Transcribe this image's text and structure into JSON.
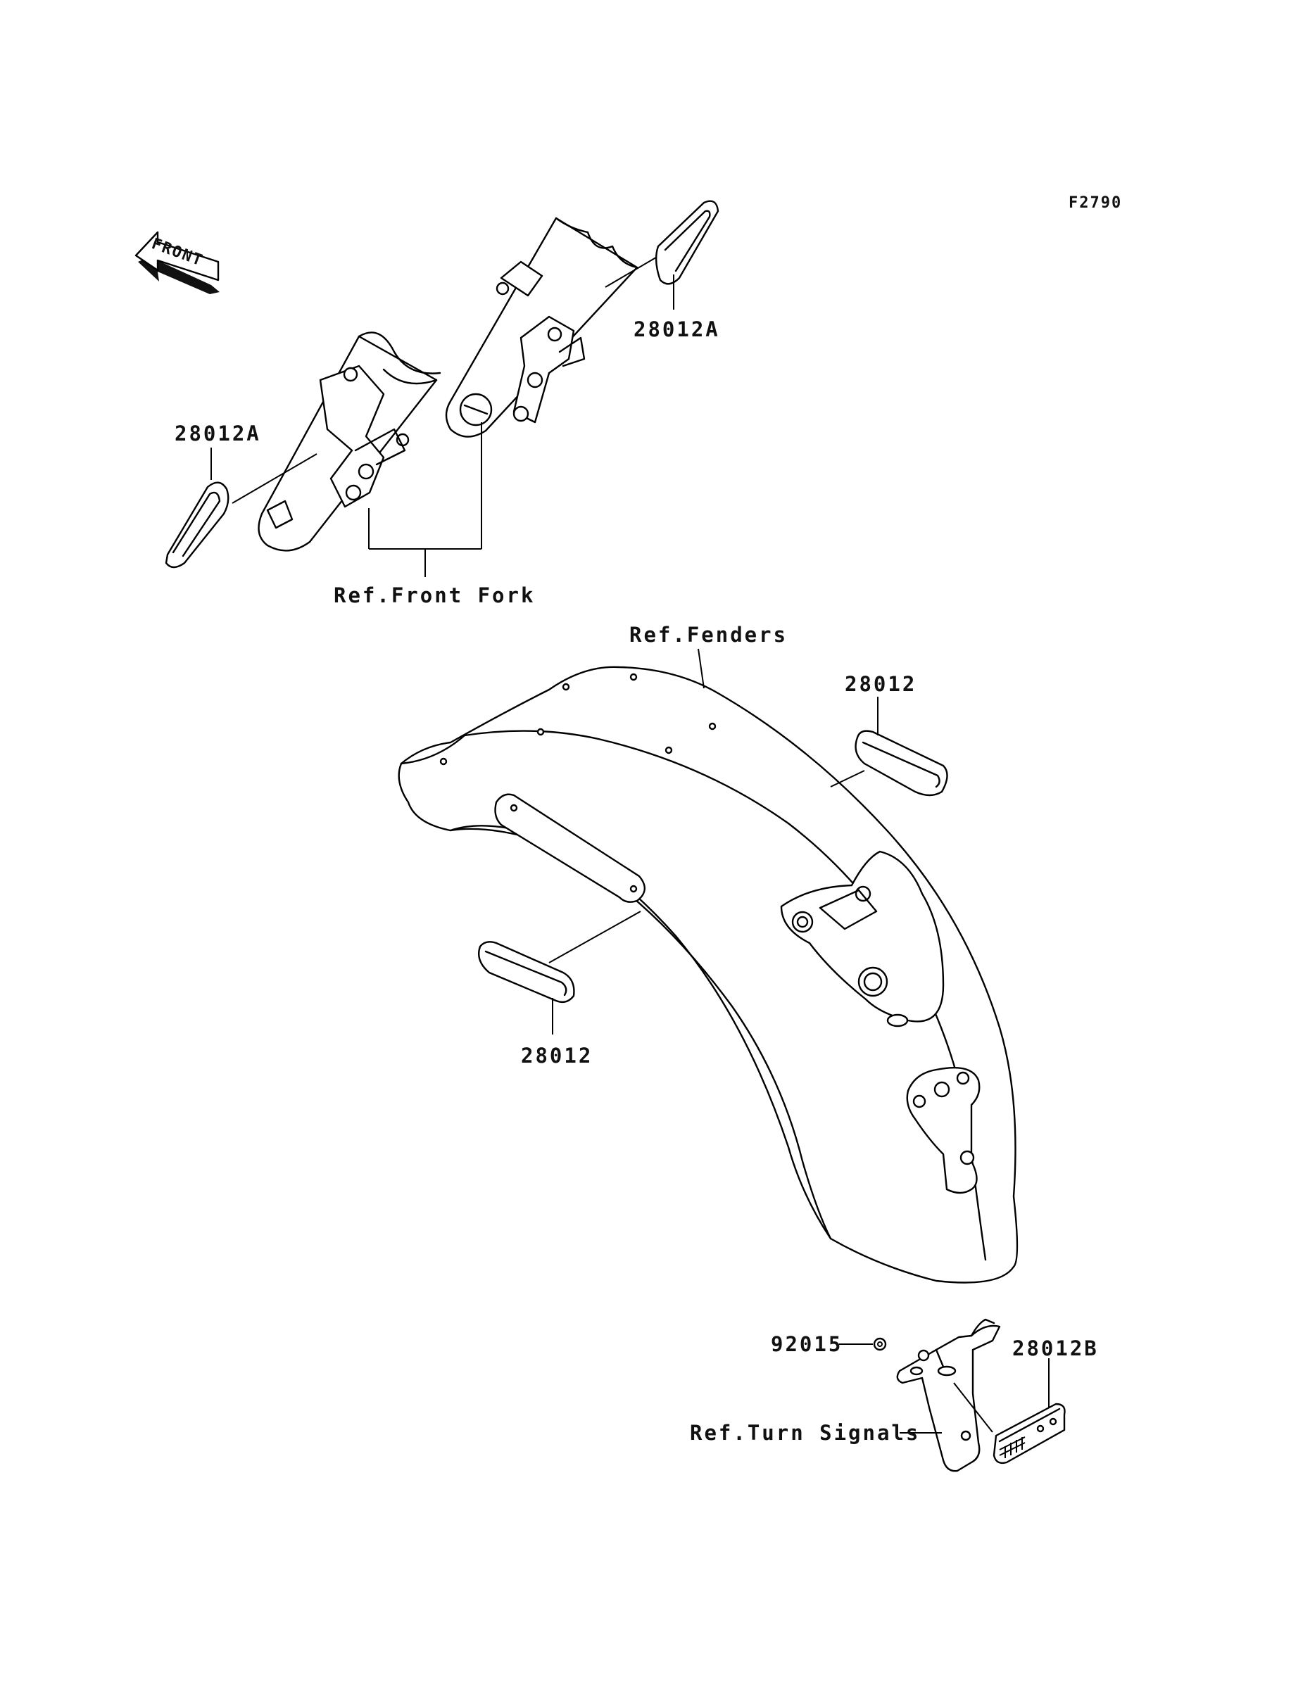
{
  "figure_code": "F2790",
  "front_arrow": {
    "text": "FRONT",
    "icon": "front-direction-arrow"
  },
  "callouts": {
    "fork_reflector_right": "28012A",
    "fork_reflector_left": "28012A",
    "ref_front_fork": "Ref.Front Fork",
    "ref_fenders": "Ref.Fenders",
    "fender_reflector_right": "28012",
    "fender_reflector_left": "28012",
    "nut": "92015",
    "rear_reflector": "28012B",
    "ref_turn_signals": "Ref.Turn Signals"
  }
}
